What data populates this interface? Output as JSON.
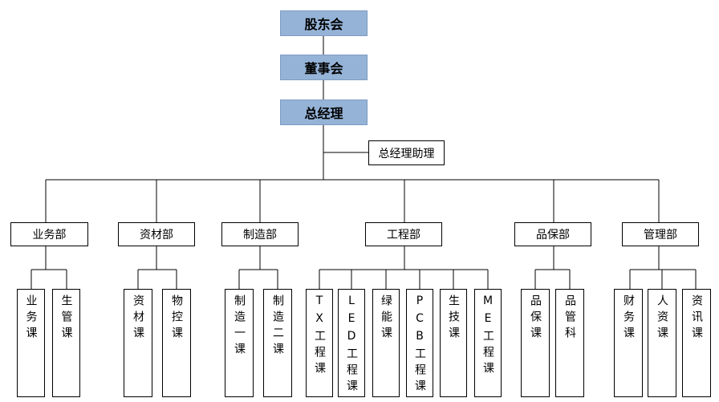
{
  "top": [
    "股东会",
    "董事会",
    "总经理"
  ],
  "assistant": "总经理助理",
  "departments": [
    {
      "name": "业务部",
      "units": [
        "业务课",
        "生管课"
      ]
    },
    {
      "name": "资材部",
      "units": [
        "资材课",
        "物控课"
      ]
    },
    {
      "name": "制造部",
      "units": [
        "制造一课",
        "制造二课"
      ]
    },
    {
      "name": "工程部",
      "units": [
        "TX工程课",
        "LED工程课",
        "绿能课",
        "PCB工程课",
        "生技课",
        "ME工程课"
      ]
    },
    {
      "name": "品保部",
      "units": [
        "品保课",
        "品管科"
      ]
    },
    {
      "name": "管理部",
      "units": [
        "财务课",
        "人资课",
        "资讯课"
      ]
    }
  ],
  "colors": {
    "top_fill": "#95b3d7",
    "line": "#000000"
  }
}
